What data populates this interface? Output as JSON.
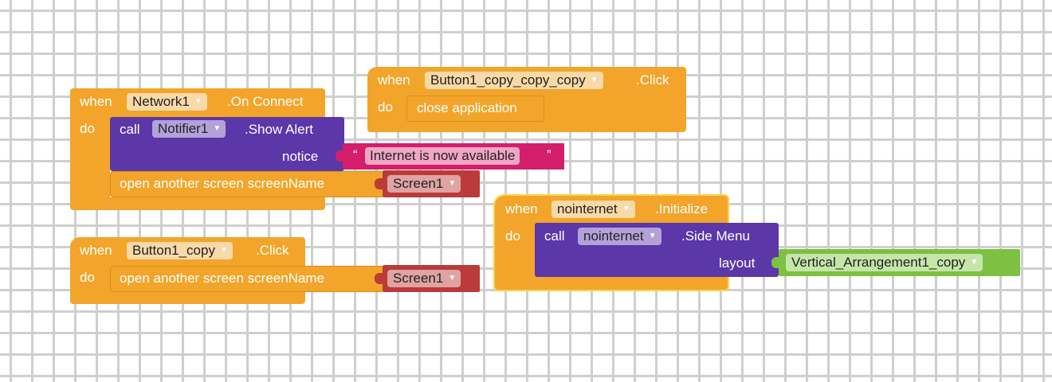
{
  "blocks": {
    "network_connect": {
      "when": "when",
      "component": "Network1",
      "event": ".On Connect",
      "do": "do",
      "call": "call",
      "notifier": "Notifier1",
      "method": ".Show Alert",
      "notice_label": "notice",
      "quote_open": "“",
      "text": "Internet is now available",
      "quote_close": "”",
      "open_screen": "open another screen  screenName",
      "screen": "Screen1"
    },
    "button1_copy_click": {
      "when": "when",
      "component": "Button1_copy",
      "event": ".Click",
      "do": "do",
      "open_screen": "open another screen  screenName",
      "screen": "Screen1"
    },
    "button_copy_copy_copy_click": {
      "when": "when",
      "component": "Button1_copy_copy_copy",
      "event": ".Click",
      "do": "do",
      "action": "close application"
    },
    "nointernet_initialize": {
      "when": "when",
      "component": "nointernet",
      "event": ".Initialize",
      "do": "do",
      "call": "call",
      "target": "nointernet",
      "method": ".Side Menu",
      "layout_label": "layout",
      "layout_value": "Vertical_Arrangement1_copy"
    }
  },
  "colors": {
    "event_block": "#f2a52a",
    "procedure_block": "#5b37a8",
    "text_block": "#d41e6c",
    "screen_block": "#bb3a3a",
    "component_block": "#7dc042",
    "selection_outline": "#fcd34d"
  },
  "icons": {
    "dropdown": "▼"
  }
}
